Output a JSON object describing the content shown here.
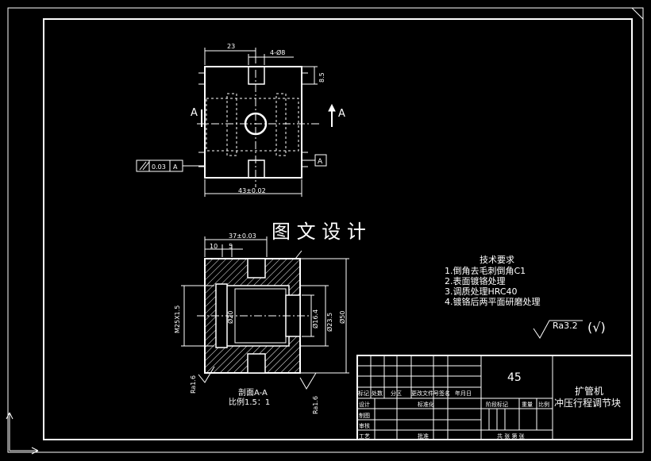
{
  "watermark": "图 文 设 计",
  "top_view": {
    "dim_width_top": "23",
    "dim_holes": "4-Ø8",
    "dim_slot": "8.5",
    "dim_bottom": "43±0.02",
    "section_label": "A",
    "tolerance_value": "0.03",
    "tolerance_ref": "A",
    "datum_label": "A"
  },
  "section_view": {
    "dim_top": "37±0.03",
    "dim_10": "10",
    "dim_5": "5",
    "dim_thread": "M25X1.5",
    "dim_inner": "Ø20",
    "dim_16": "Ø16.4",
    "dim_23": "Ø23.5",
    "dim_50": "Ø50",
    "rough_left": "Ra1.6",
    "rough_right": "Ra1.6",
    "caption": "剖面A-A",
    "scale": "比例1.5：1"
  },
  "tech_req": {
    "title": "技术要求",
    "items": [
      "1.倒角去毛刺倒角C1",
      "2.表面镀铬处理",
      "3.调质处理HRC40",
      "4.镀铬后两平面研磨处理"
    ]
  },
  "roughness_note": {
    "value": "Ra3.2",
    "suffix": "(√)"
  },
  "title_block": {
    "material": "45",
    "title_line1": "扩管机",
    "title_line2": "冲压行程调节块",
    "h_mark": "标记",
    "h_count": "处数",
    "h_zone": "分区",
    "h_doc": "更改文件号",
    "h_sign": "签名",
    "h_date": "年月日",
    "r_design": "设计",
    "r_std": "标准化",
    "r_stage": "阶段标记",
    "r_weight": "重量",
    "r_scale": "比例",
    "r_draw": "制图",
    "r_check": "审核",
    "r_process": "工艺",
    "r_approve": "批准",
    "r_sheets": "共   张  第   张"
  }
}
